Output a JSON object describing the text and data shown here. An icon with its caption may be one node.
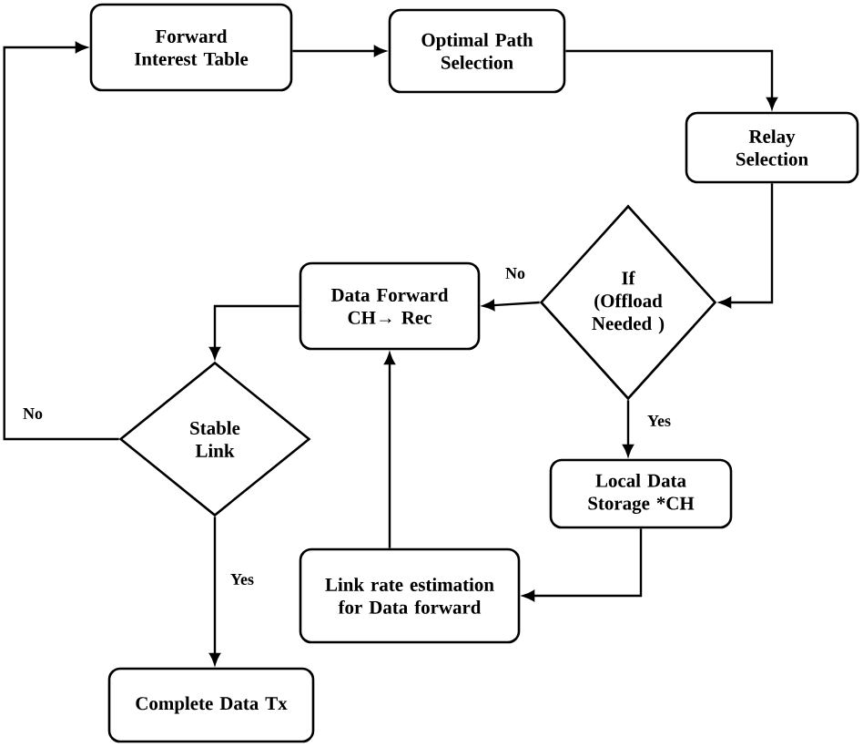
{
  "diagram": {
    "nodes": [
      {
        "text": [
          "Forward Interest Table"
        ]
      },
      {
        "text": [
          "Optimal Path Selection"
        ]
      },
      {
        "text": [
          "Relay Selection"
        ]
      },
      {
        "text": [
          "If (Offload Needed )"
        ]
      },
      {
        "text": [
          "Data Forward CH→ Rec"
        ]
      },
      {
        "text": [
          "Stable Link"
        ]
      },
      {
        "text": [
          "Local Data Storage *CH"
        ]
      },
      {
        "text": [
          "Link rate estimation for Data forward"
        ]
      },
      {
        "text": [
          "Complete Data Tx"
        ]
      }
    ],
    "edges": [
      {
        "from": 0,
        "to": 1,
        "arrow": "to"
      },
      {
        "from": 1,
        "to": 2,
        "arrow": "to"
      },
      {
        "from": 2,
        "to": 3,
        "arrow": "to"
      },
      {
        "from": 3,
        "to": 4,
        "arrow": "to",
        "label": "No"
      },
      {
        "from": 3,
        "to": 6,
        "arrow": "to",
        "label": "Yes"
      },
      {
        "from": 6,
        "to": 7,
        "arrow": "to"
      },
      {
        "from": 7,
        "to": 4,
        "arrow": "to"
      },
      {
        "from": 4,
        "to": 5,
        "arrow": "to"
      },
      {
        "from": 5,
        "to": 8,
        "arrow": "to",
        "label": "Yes"
      },
      {
        "from": 5,
        "to": 0,
        "arrow": "to",
        "label": "No"
      }
    ]
  }
}
